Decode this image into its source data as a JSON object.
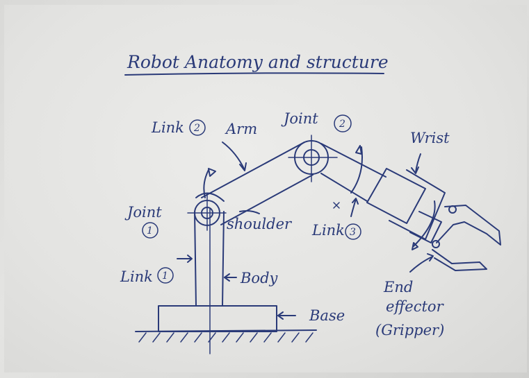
{
  "image": {
    "title": "Robot Anatomy and structure",
    "labels": {
      "link2": "Link",
      "link2_num": "2",
      "arm": "Arm",
      "joint2": "Joint",
      "joint2_num": "2",
      "wrist": "Wrist",
      "joint1": "Joint",
      "joint1_num": "1",
      "shoulder": "shoulder",
      "link3": "Link",
      "link3_num": "3",
      "link1": "Link",
      "link1_num": "1",
      "body": "Body",
      "base": "Base",
      "end": "End",
      "effector": "effector",
      "gripper": "(Gripper)"
    }
  },
  "colors": {
    "ink": "#2a3a78",
    "paper": "#e6e6e4"
  }
}
